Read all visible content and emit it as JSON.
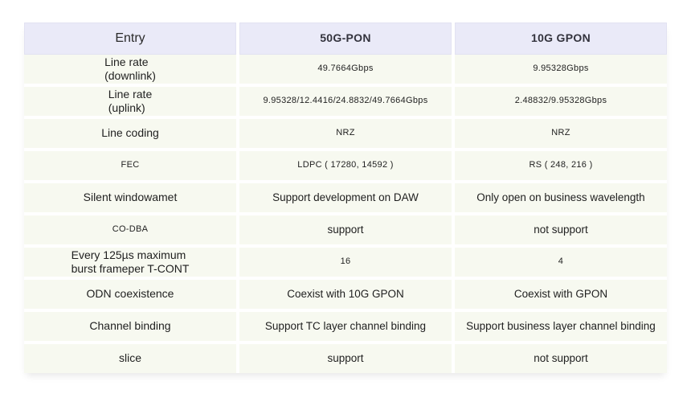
{
  "colors": {
    "header_bg": "#eaeaf8",
    "row_bg": "#f7f9f0",
    "text": "#1f1f1f",
    "header_text": "#33333d"
  },
  "table": {
    "header": [
      "Entry",
      "50G-PON",
      "10G GPON"
    ],
    "rows": [
      {
        "cells": [
          "Line rate\n(downlink)",
          "49.7664Gbps",
          "9.95328Gbps"
        ]
      },
      {
        "cells": [
          "Line rate\n(uplink)",
          "9.95328/12.4416/24.8832/49.7664Gbps",
          "2.48832/9.95328Gbps"
        ]
      },
      {
        "cells": [
          "Line coding",
          "NRZ",
          "NRZ"
        ]
      },
      {
        "cells": [
          "FEC",
          "LDPC ( 17280, 14592 )",
          "RS ( 248, 216 )"
        ]
      },
      {
        "cells": [
          "Silent windowamet",
          "Support development on DAW",
          "Only open on business wavelength"
        ]
      },
      {
        "cells": [
          "CO-DBA",
          "support",
          "not support"
        ]
      },
      {
        "cells": [
          "Every 125µs maximum\nburst frameper T-CONT",
          "16",
          "4"
        ]
      },
      {
        "cells": [
          "ODN coexistence",
          "Coexist with 10G GPON",
          "Coexist with GPON"
        ]
      },
      {
        "cells": [
          "Channel binding",
          "Support TC layer channel binding",
          "Support business layer channel binding"
        ]
      },
      {
        "cells": [
          "slice",
          "support",
          "not support"
        ]
      }
    ]
  }
}
